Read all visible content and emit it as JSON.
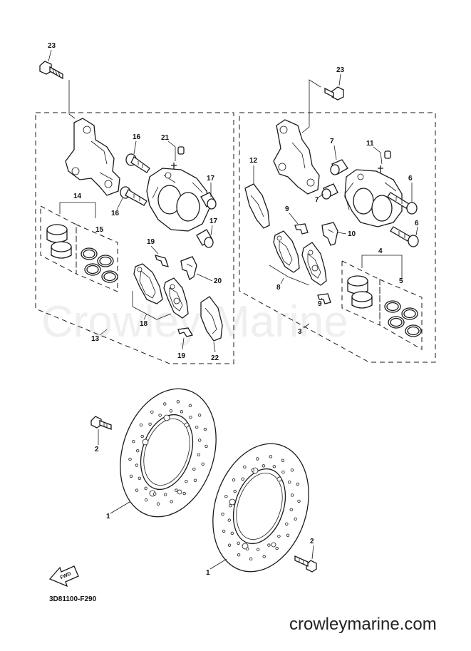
{
  "watermark": "Crowley Marine",
  "diagram_code": "3D81100-F290",
  "site": "crowleymarine.com",
  "fwd_label": "FWD",
  "callouts": {
    "c23a": "23",
    "c23b": "23",
    "c16a": "16",
    "c16b": "16",
    "c21": "21",
    "c17a": "17",
    "c17b": "17",
    "c14": "14",
    "c15": "15",
    "c19a": "19",
    "c19b": "19",
    "c20": "20",
    "c18": "18",
    "c22": "22",
    "c13": "13",
    "c12": "12",
    "c7a": "7",
    "c7b": "7",
    "c11": "11",
    "c6a": "6",
    "c6b": "6",
    "c9a": "9",
    "c9b": "9",
    "c10": "10",
    "c8": "8",
    "c4": "4",
    "c5": "5",
    "c3": "3",
    "c2a": "2",
    "c2b": "2",
    "c1a": "1",
    "c1b": "1"
  }
}
